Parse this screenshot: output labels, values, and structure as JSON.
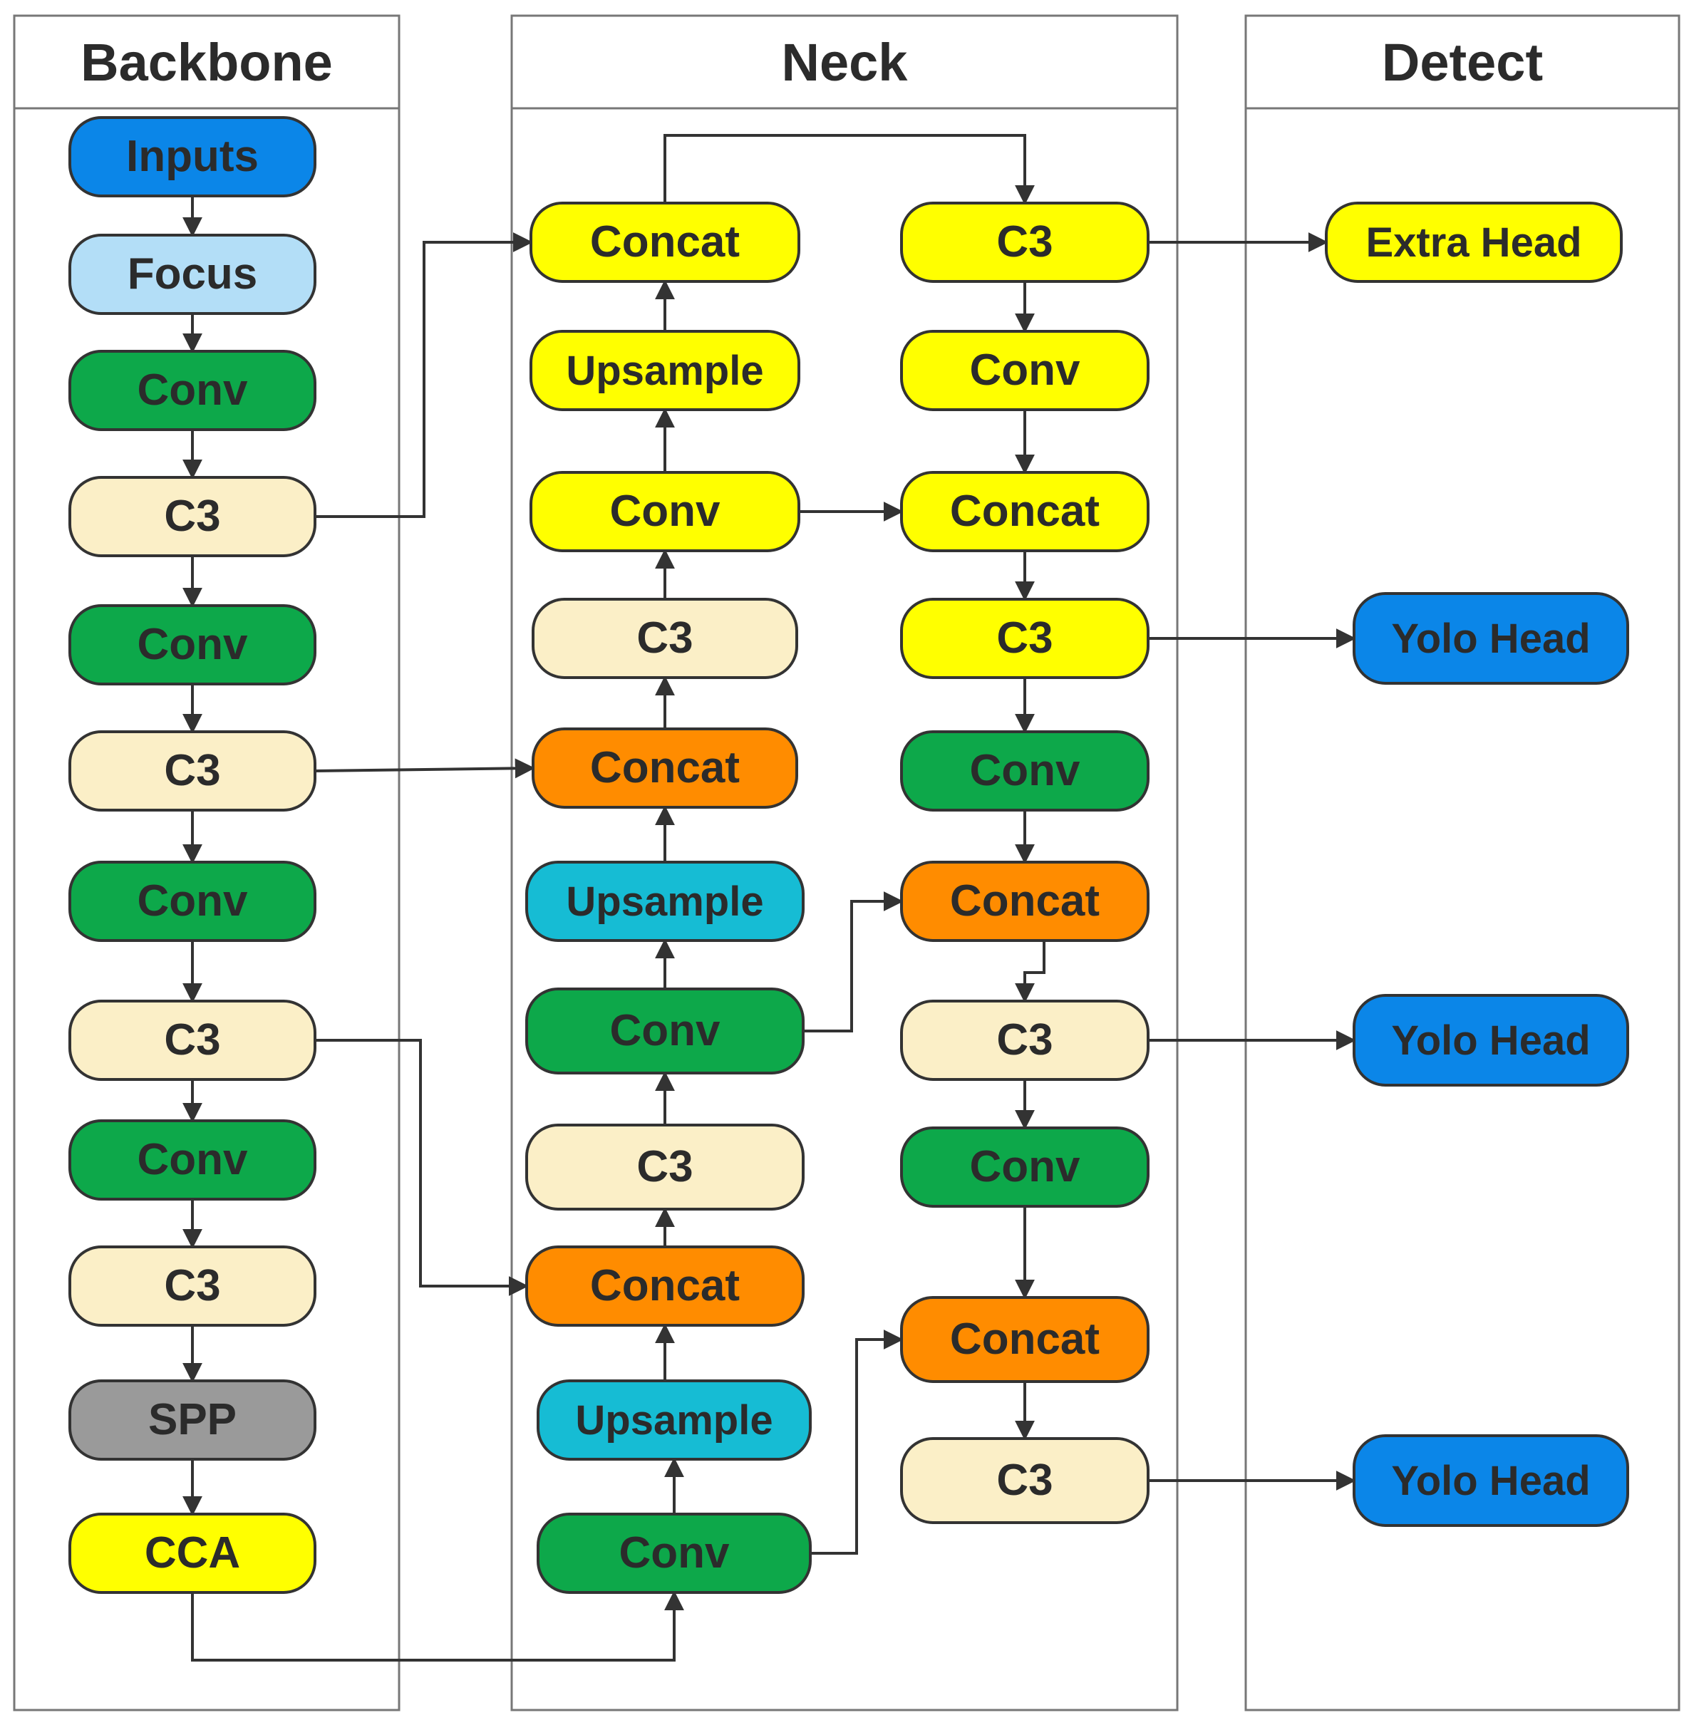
{
  "colors": {
    "blue": "#0B86E8",
    "lightblue": "#B3DEF7",
    "green": "#0DA84A",
    "cream": "#FBEFC7",
    "yellow": "#FFFF00",
    "orange": "#FF8C00",
    "cyan": "#16BCD4",
    "gray": "#9A9A9A",
    "stroke": "#333333",
    "line": "#333333",
    "text": "#2b2b2b",
    "frame": "#777777"
  },
  "sections": [
    {
      "id": "backbone",
      "title": "Backbone"
    },
    {
      "id": "neck",
      "title": "Neck"
    },
    {
      "id": "detect",
      "title": "Detect"
    }
  ],
  "nodes": [
    {
      "id": "b_inputs",
      "label": "Inputs",
      "color": "blue"
    },
    {
      "id": "b_focus",
      "label": "Focus",
      "color": "lightblue"
    },
    {
      "id": "b_conv1",
      "label": "Conv",
      "color": "green"
    },
    {
      "id": "b_c3_1",
      "label": "C3",
      "color": "cream"
    },
    {
      "id": "b_conv2",
      "label": "Conv",
      "color": "green"
    },
    {
      "id": "b_c3_2",
      "label": "C3",
      "color": "cream"
    },
    {
      "id": "b_conv3",
      "label": "Conv",
      "color": "green"
    },
    {
      "id": "b_c3_3",
      "label": "C3",
      "color": "cream"
    },
    {
      "id": "b_conv4",
      "label": "Conv",
      "color": "green"
    },
    {
      "id": "b_c3_4",
      "label": "C3",
      "color": "cream"
    },
    {
      "id": "b_spp",
      "label": "SPP",
      "color": "gray"
    },
    {
      "id": "b_cca",
      "label": "CCA",
      "color": "yellow"
    },
    {
      "id": "n1_concat1",
      "label": "Concat",
      "color": "yellow"
    },
    {
      "id": "n1_up1",
      "label": "Upsample",
      "color": "yellow"
    },
    {
      "id": "n1_conv1",
      "label": "Conv",
      "color": "yellow"
    },
    {
      "id": "n1_c3_1",
      "label": "C3",
      "color": "cream"
    },
    {
      "id": "n1_concat2",
      "label": "Concat",
      "color": "orange"
    },
    {
      "id": "n1_up2",
      "label": "Upsample",
      "color": "cyan"
    },
    {
      "id": "n1_conv2",
      "label": "Conv",
      "color": "green"
    },
    {
      "id": "n1_c3_2",
      "label": "C3",
      "color": "cream"
    },
    {
      "id": "n1_concat3",
      "label": "Concat",
      "color": "orange"
    },
    {
      "id": "n1_up3",
      "label": "Upsample",
      "color": "cyan"
    },
    {
      "id": "n1_conv3",
      "label": "Conv",
      "color": "green"
    },
    {
      "id": "n2_c3_1",
      "label": "C3",
      "color": "yellow"
    },
    {
      "id": "n2_conv1",
      "label": "Conv",
      "color": "yellow"
    },
    {
      "id": "n2_concat1",
      "label": "Concat",
      "color": "yellow"
    },
    {
      "id": "n2_c3_2",
      "label": "C3",
      "color": "yellow"
    },
    {
      "id": "n2_conv2",
      "label": "Conv",
      "color": "green"
    },
    {
      "id": "n2_concat2",
      "label": "Concat",
      "color": "orange"
    },
    {
      "id": "n2_c3_3",
      "label": "C3",
      "color": "cream"
    },
    {
      "id": "n2_conv3",
      "label": "Conv",
      "color": "green"
    },
    {
      "id": "n2_concat3",
      "label": "Concat",
      "color": "orange"
    },
    {
      "id": "n2_c3_4",
      "label": "C3",
      "color": "cream"
    },
    {
      "id": "d_extra",
      "label": "Extra Head",
      "color": "yellow"
    },
    {
      "id": "d_yolo1",
      "label": "Yolo Head",
      "color": "blue"
    },
    {
      "id": "d_yolo2",
      "label": "Yolo Head",
      "color": "blue"
    },
    {
      "id": "d_yolo3",
      "label": "Yolo Head",
      "color": "blue"
    }
  ],
  "edges": [
    {
      "from": "b_inputs",
      "to": "b_focus"
    },
    {
      "from": "b_focus",
      "to": "b_conv1"
    },
    {
      "from": "b_conv1",
      "to": "b_c3_1"
    },
    {
      "from": "b_c3_1",
      "to": "b_conv2"
    },
    {
      "from": "b_conv2",
      "to": "b_c3_2"
    },
    {
      "from": "b_c3_2",
      "to": "b_conv3"
    },
    {
      "from": "b_conv3",
      "to": "b_c3_3"
    },
    {
      "from": "b_c3_3",
      "to": "b_conv4"
    },
    {
      "from": "b_conv4",
      "to": "b_c3_4"
    },
    {
      "from": "b_c3_4",
      "to": "b_spp"
    },
    {
      "from": "b_spp",
      "to": "b_cca"
    },
    {
      "from": "b_cca",
      "to": "n1_conv3"
    },
    {
      "from": "n1_conv3",
      "to": "n1_up3"
    },
    {
      "from": "n1_up3",
      "to": "n1_concat3"
    },
    {
      "from": "b_c3_3",
      "to": "n1_concat3"
    },
    {
      "from": "n1_concat3",
      "to": "n1_c3_2"
    },
    {
      "from": "n1_c3_2",
      "to": "n1_conv2"
    },
    {
      "from": "n1_conv2",
      "to": "n1_up2"
    },
    {
      "from": "n1_up2",
      "to": "n1_concat2"
    },
    {
      "from": "b_c3_2",
      "to": "n1_concat2"
    },
    {
      "from": "n1_concat2",
      "to": "n1_c3_1"
    },
    {
      "from": "n1_c3_1",
      "to": "n1_conv1"
    },
    {
      "from": "n1_conv1",
      "to": "n1_up1"
    },
    {
      "from": "n1_up1",
      "to": "n1_concat1"
    },
    {
      "from": "b_c3_1",
      "to": "n1_concat1"
    },
    {
      "from": "n1_concat1",
      "to": "n2_c3_1"
    },
    {
      "from": "n2_c3_1",
      "to": "d_extra"
    },
    {
      "from": "n2_c3_1",
      "to": "n2_conv1"
    },
    {
      "from": "n2_conv1",
      "to": "n2_concat1"
    },
    {
      "from": "n1_conv1",
      "to": "n2_concat1"
    },
    {
      "from": "n2_concat1",
      "to": "n2_c3_2"
    },
    {
      "from": "n2_c3_2",
      "to": "d_yolo1"
    },
    {
      "from": "n2_c3_2",
      "to": "n2_conv2"
    },
    {
      "from": "n2_conv2",
      "to": "n2_concat2"
    },
    {
      "from": "n1_conv2",
      "to": "n2_concat2"
    },
    {
      "from": "n2_concat2",
      "to": "n2_c3_3"
    },
    {
      "from": "n2_c3_3",
      "to": "d_yolo2"
    },
    {
      "from": "n2_c3_3",
      "to": "n2_conv3"
    },
    {
      "from": "n2_conv3",
      "to": "n2_concat3"
    },
    {
      "from": "n1_conv3",
      "to": "n2_concat3"
    },
    {
      "from": "n2_concat3",
      "to": "n2_c3_4"
    },
    {
      "from": "n2_c3_4",
      "to": "d_yolo3"
    }
  ]
}
